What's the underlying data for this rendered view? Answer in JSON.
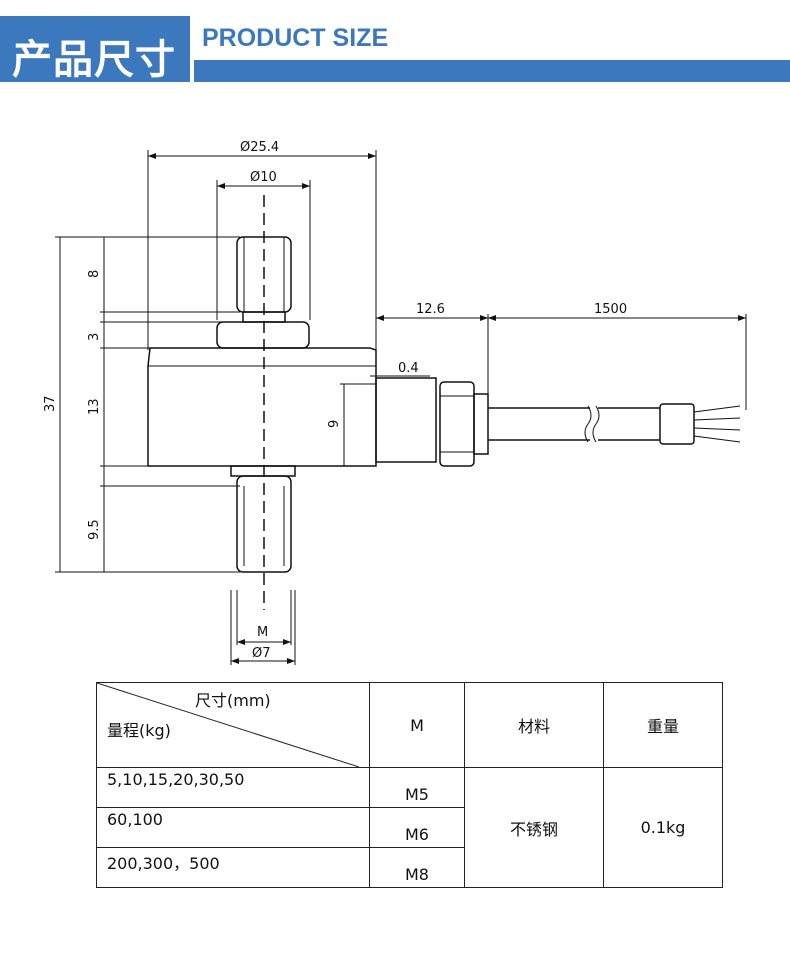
{
  "header": {
    "title_cn": "产品尺寸",
    "title_en": "PRODUCT SIZE",
    "accent_color": "#3b78be"
  },
  "diagram": {
    "dimensions": {
      "body_diameter": "Ø25.4",
      "stud_diameter": "Ø10",
      "thread_height": "8",
      "collar_height": "3",
      "body_height": "13",
      "overall_height": "37",
      "bottom_stud_length": "9.5",
      "connector_length": "12.6",
      "cable_length": "1500",
      "gap": "0.4",
      "connector_height": "9",
      "thread_size": "M",
      "bottom_diameter": "Ø7"
    }
  },
  "table": {
    "header": {
      "diag_top": "尺寸(mm)",
      "diag_bottom": "量程(kg)",
      "col_m": "M",
      "col_material": "材料",
      "col_weight": "重量"
    },
    "rows": [
      {
        "range": "5,10,15,20,30,50",
        "m": "M5"
      },
      {
        "range": "60,100",
        "m": "M6"
      },
      {
        "range": "200,300，500",
        "m": "M8"
      }
    ],
    "material": "不锈钢",
    "weight": "0.1kg"
  }
}
